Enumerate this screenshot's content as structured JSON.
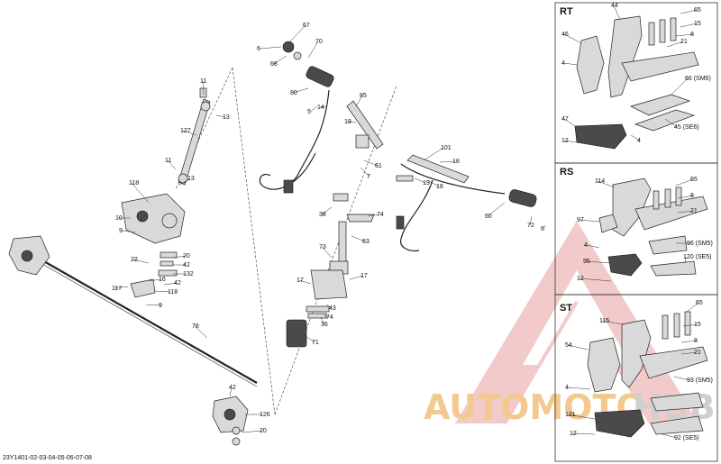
{
  "diagram": {
    "code": "23Y1401-02-03-04-05-06-07-08",
    "panels": {
      "rt": "RT",
      "rs": "RS",
      "st": "ST"
    },
    "watermark": {
      "part_a": "AUTOMOTO",
      "part_b": "HUB"
    },
    "callouts": [
      "11",
      "13",
      "127",
      "11",
      "13",
      "118",
      "10",
      "9",
      "22",
      "20",
      "42",
      "132",
      "16",
      "42",
      "117",
      "118",
      "9",
      "78",
      "42",
      "126",
      "20",
      "6",
      "67",
      "68",
      "70",
      "80",
      "14",
      "5",
      "85",
      "19",
      "61",
      "7",
      "101",
      "18",
      "19",
      "18",
      "60",
      "72",
      "6",
      "38",
      "74",
      "63",
      "73",
      "17",
      "17",
      "43",
      "74",
      "36",
      "71",
      "44",
      "65",
      "15",
      "8",
      "46",
      "21",
      "4",
      "66 (SM6)",
      "47",
      "4",
      "45 (SE6)",
      "12",
      "65",
      "114",
      "8",
      "21",
      "97",
      "4",
      "96 (SM5)",
      "95",
      "120 (SE5)",
      "12",
      "65",
      "115",
      "15",
      "8",
      "21",
      "54",
      "4",
      "93 (SM5)",
      "121",
      "12",
      "92 (SE5)"
    ]
  }
}
